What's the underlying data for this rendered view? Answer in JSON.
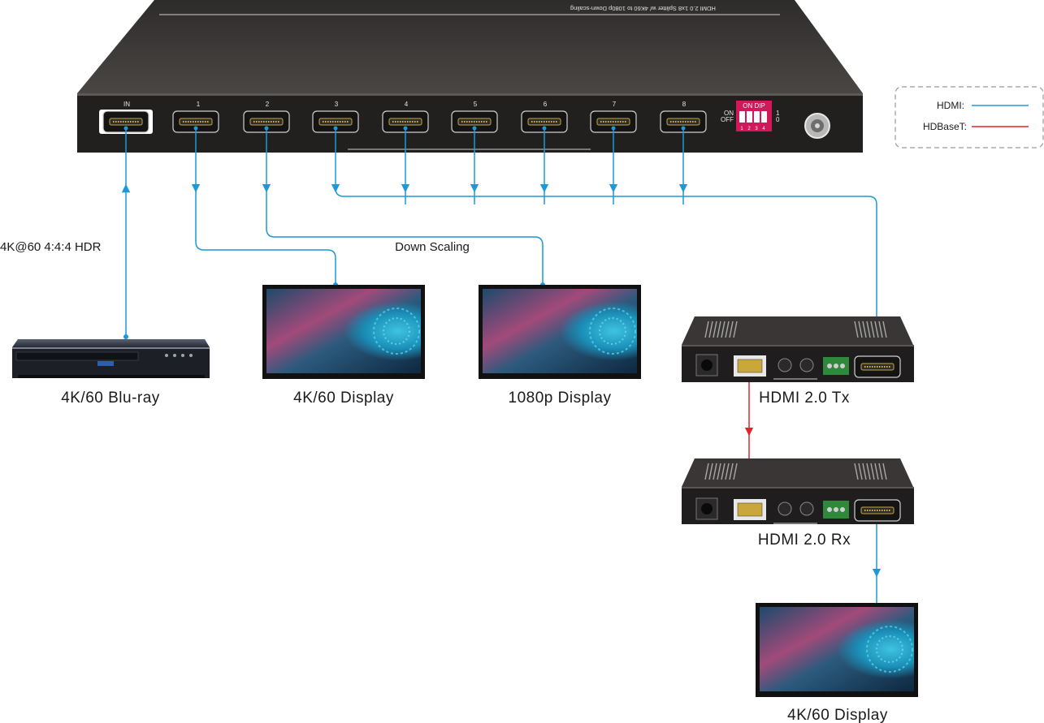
{
  "splitter": {
    "top_text": "HDMI 2.0 1x8 Splitter w/ 4K60 to 1080p Down-scaling",
    "input_label": "IN",
    "output_labels": [
      "1",
      "2",
      "3",
      "4",
      "5",
      "6",
      "7",
      "8"
    ],
    "dip": {
      "title": "ON DIP",
      "on": "ON",
      "off": "OFF",
      "one": "1",
      "zero": "0",
      "switches": [
        "1",
        "2",
        "3",
        "4"
      ]
    }
  },
  "legend": {
    "hdmi": "HDMI:",
    "hdbaset": "HDBaseT:",
    "hdmi_color": "#1a9ad6",
    "hdbaset_color": "#e0242b"
  },
  "annotations": {
    "input_signal": "4K@60 4:4:4 HDR",
    "down_scaling": "Down Scaling"
  },
  "devices": {
    "bluray": "4K/60 Blu-ray",
    "display1": "4K/60 Display",
    "display2": "1080p Display",
    "tx": "HDMI 2.0 Tx",
    "rx": "HDMI 2.0 Rx",
    "display3": "4K/60 Display"
  }
}
